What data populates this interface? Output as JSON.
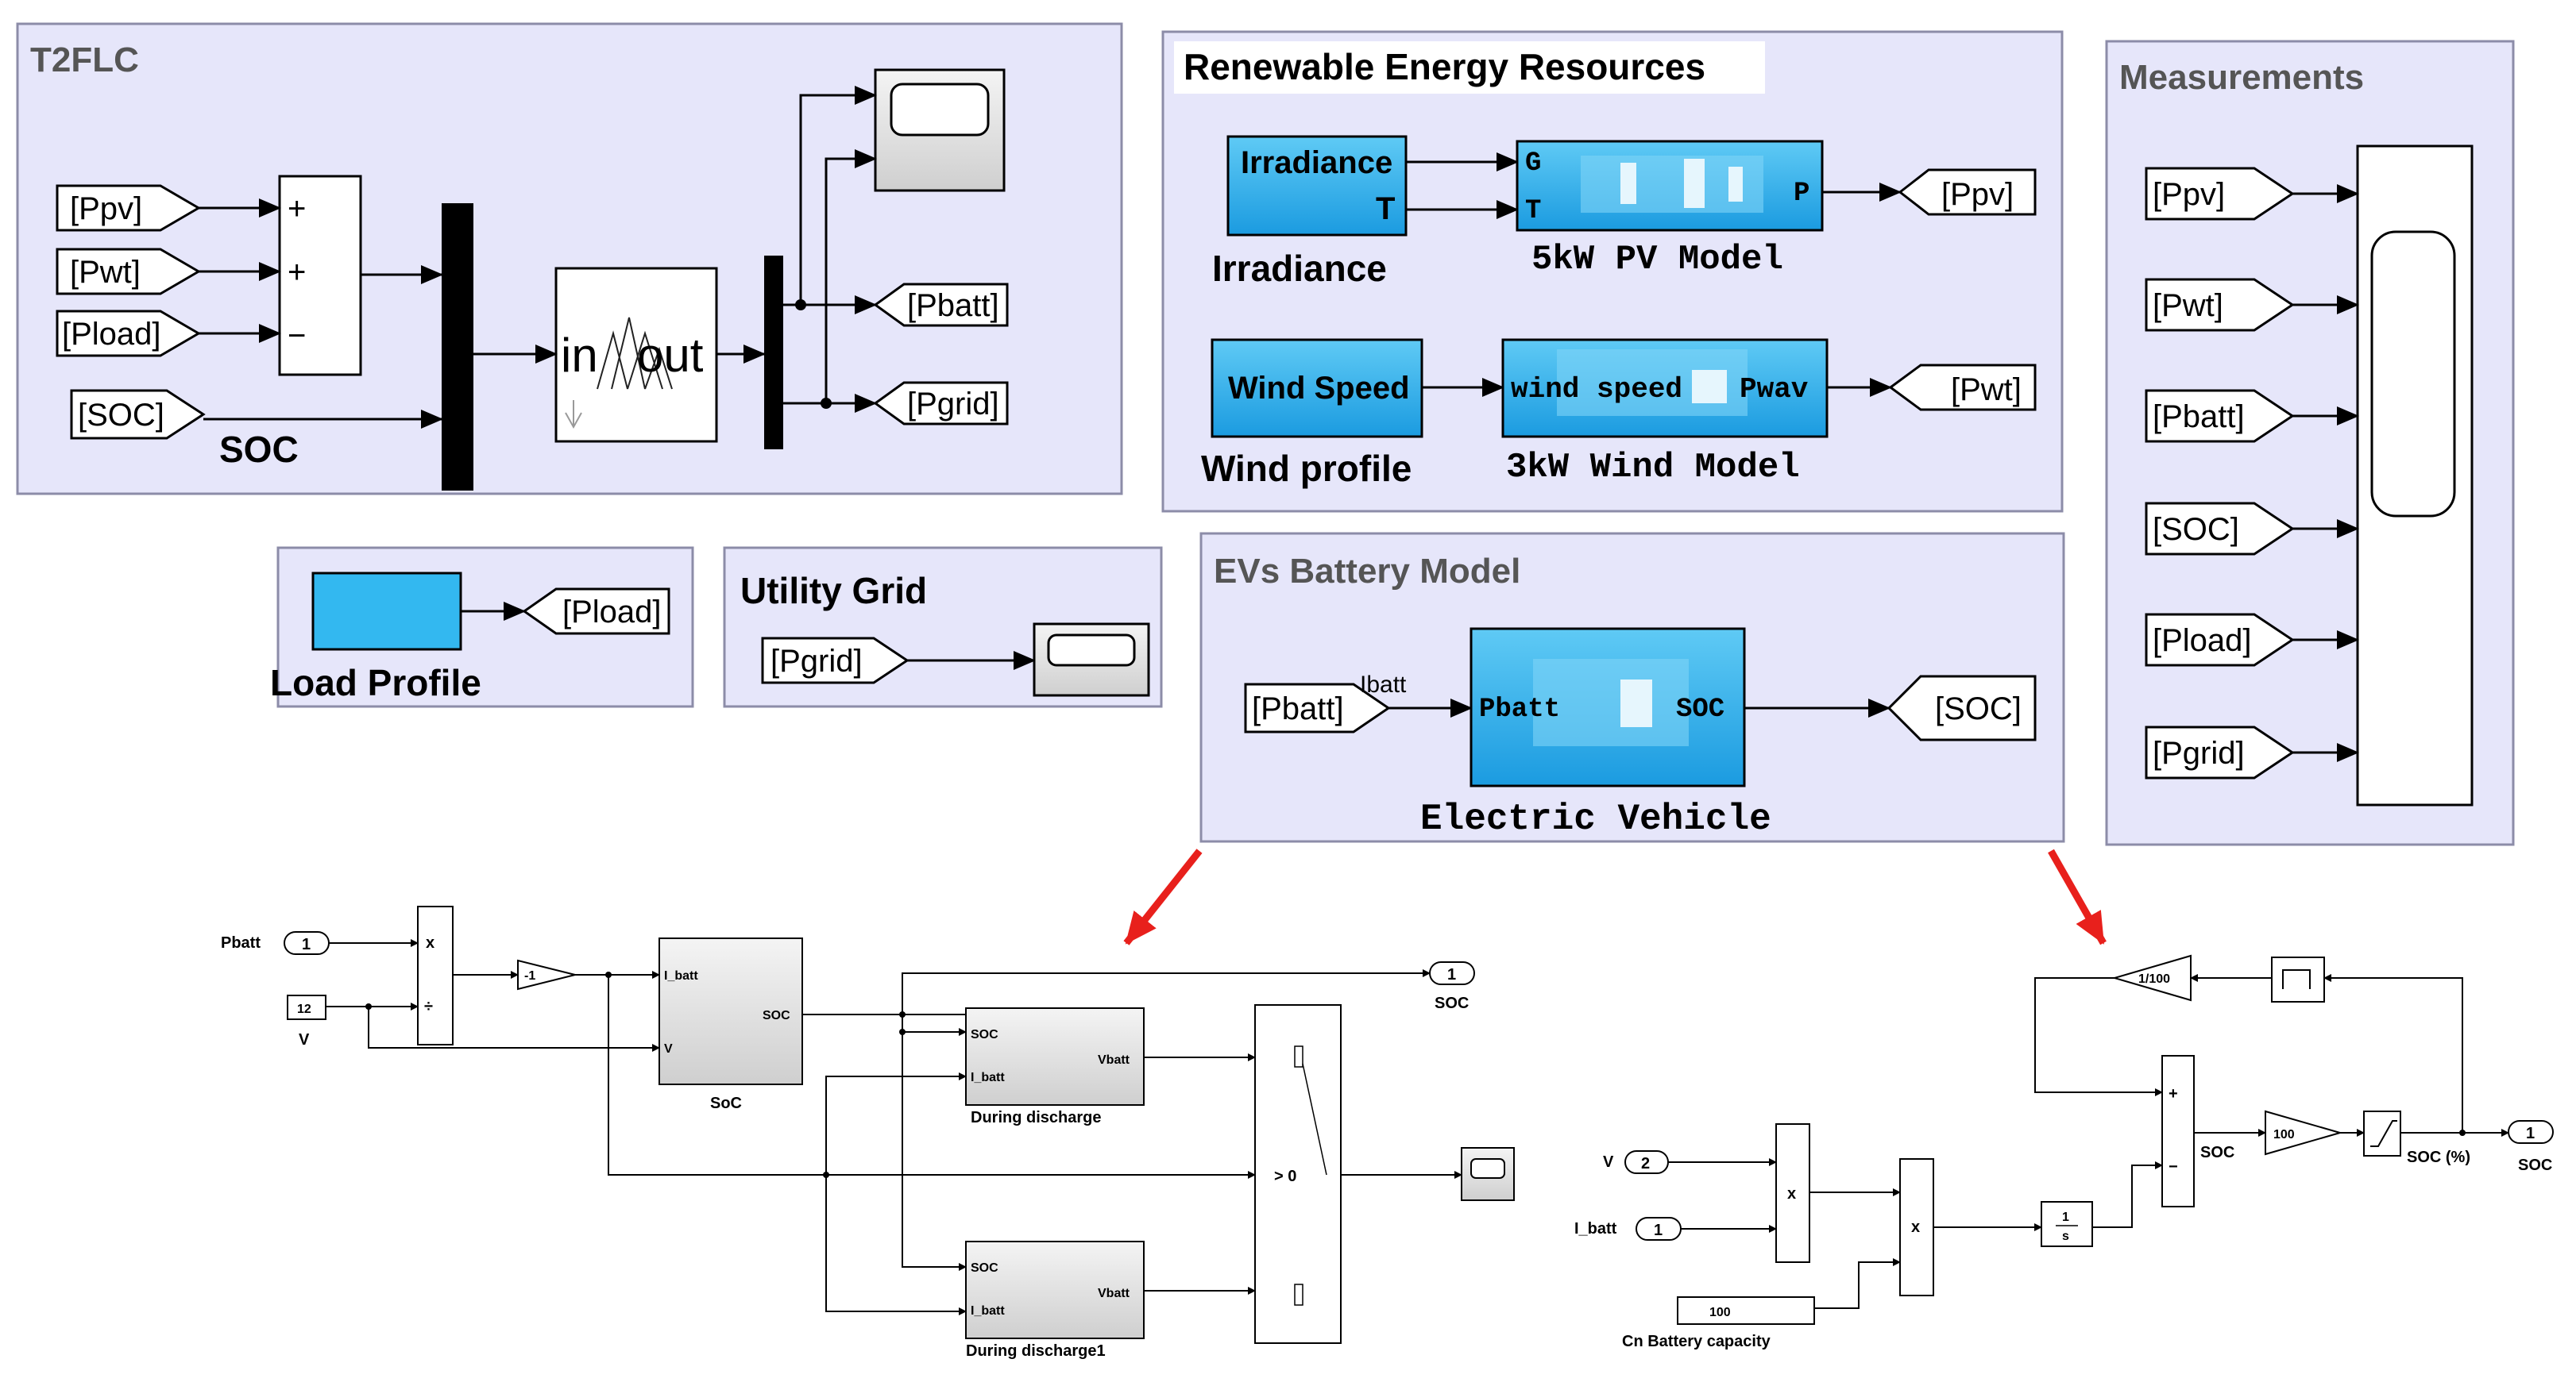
{
  "t2flc": {
    "title": "T2FLC",
    "goto_inputs": [
      "[Ppv]",
      "[Pwt]",
      "[Pload]",
      "[SOC]"
    ],
    "soc_label": "SOC",
    "sum_signs": [
      "+",
      "+",
      "−"
    ],
    "fuzzy_in": "in",
    "fuzzy_out": "out",
    "outputs": [
      "[Pbatt]",
      "[Pgrid]"
    ]
  },
  "renewable": {
    "title": "Renewable Energy Resources",
    "irradiance_block": "Irradiance",
    "irradiance_port": "T",
    "irradiance_label": "Irradiance",
    "pv_ports": {
      "g": "G",
      "t": "T",
      "p": "P"
    },
    "pv_label": "5kW PV Model",
    "pv_output": "[Ppv]",
    "wind_block": "Wind Speed",
    "wind_label": "Wind profile",
    "wind_model_in": "wind speed",
    "wind_model_out": "Pwav",
    "wind_model_label": "3kW Wind Model",
    "wind_output": "[Pwt]"
  },
  "measurements": {
    "title": "Measurements",
    "signals": [
      "[Ppv]",
      "[Pwt]",
      "[Pbatt]",
      "[SOC]",
      "[Pload]",
      "[Pgrid]"
    ]
  },
  "load": {
    "label": "Load Profile",
    "output": "[Pload]"
  },
  "grid": {
    "title": "Utility Grid",
    "input": "[Pgrid]"
  },
  "ev": {
    "title": "EVs Battery Model",
    "input": "[Pbatt]",
    "ibatt": "Ibatt",
    "port_in": "Pbatt",
    "port_out": "SOC",
    "output": "[SOC]",
    "label": "Electric Vehicle"
  },
  "sub_left": {
    "in_pbatt": "Pbatt",
    "in_pbatt_num": "1",
    "const_12": "12",
    "v_label": "V",
    "prod_x": "x",
    "prod_div": "÷",
    "gain": "-1",
    "soc_ports": [
      "I_batt",
      "V"
    ],
    "soc_out": "SOC",
    "soc_block": "SoC",
    "out_num": "1",
    "out_label": "SOC",
    "dis_ports": [
      "SOC",
      "I_batt"
    ],
    "dis_out": "Vbatt",
    "dis1_label": "During discharge",
    "dis2_label": "During discharge1",
    "switch_label": "> 0"
  },
  "sub_right": {
    "v_label": "V",
    "v_num": "2",
    "ibatt_label": "I_batt",
    "ibatt_num": "1",
    "cn_value": "100",
    "cn_label": "Cn Battery capacity",
    "prod_x": "x",
    "integ_num": "1",
    "integ_den": "s",
    "gain_recip": "1/100",
    "sum_plus": "+",
    "sum_minus": "−",
    "soc_label": "SOC",
    "gain100": "100",
    "soc_pct": "SOC (%)",
    "out_num": "1",
    "out_label": "SOC"
  },
  "colors": {
    "panel": "#e6e6fa",
    "panel_border": "#8c8ca8",
    "block_blue": "#33b8f0",
    "block_dark": "#1a8fd6",
    "arrow_red": "#e8201c"
  }
}
